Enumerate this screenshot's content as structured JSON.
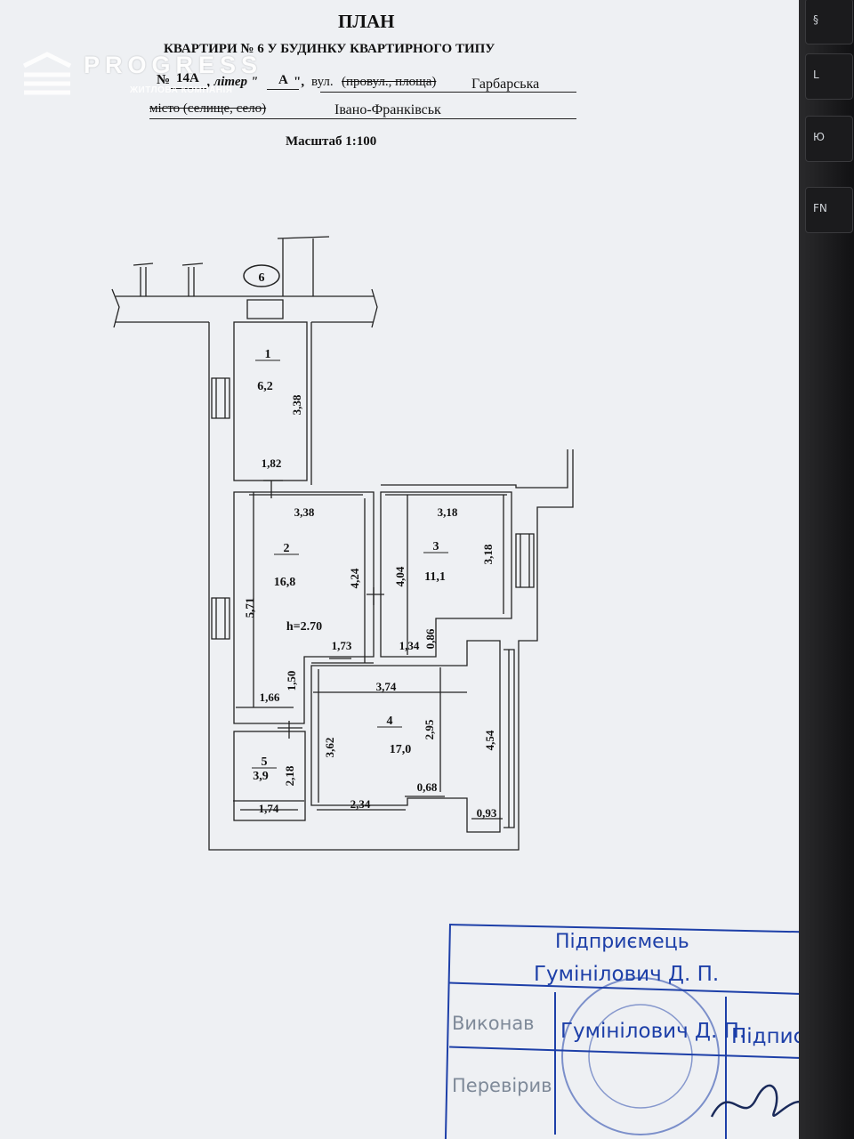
{
  "header": {
    "title": "ПЛАН",
    "line1": "КВАРТИРИ № 6  У  БУДИНКУ  КВАРТИРНОГО ТИПУ",
    "line2_prefix": "№",
    "house_number": "14А",
    "litera_label": ", літер \"",
    "litera": "А",
    "litera_close": "\",",
    "street_label": "вул.",
    "street_struck": "(провул., площа)",
    "street_name": "Гарбарська",
    "city_struck": "місто (селище, село)",
    "city_name": "Івано-Франківськ",
    "scale": "Масштаб 1:100"
  },
  "logo": {
    "name": "PROGRESS",
    "subtitle": "ЖИТЛОВА КОМПАНІЯ"
  },
  "keyboard": {
    "keys": [
      "§",
      "L",
      "Ю",
      "FN"
    ]
  },
  "colors": {
    "paper": "#eef0f3",
    "ink": "#111111",
    "stamp": "#1d3fa8",
    "logo": "#ffffff"
  },
  "plan": {
    "apartment_marker": "6",
    "height_note": "h=2.70",
    "rooms": [
      {
        "number": "1",
        "area": "6,2"
      },
      {
        "number": "2",
        "area": "16,8"
      },
      {
        "number": "3",
        "area": "11,1"
      },
      {
        "number": "4",
        "area": "17,0"
      },
      {
        "number": "5",
        "area": "3,9"
      }
    ],
    "dimensions": {
      "r1_height": "3,38",
      "r1_width": "1,82",
      "r2_width": "3,38",
      "r2_right": "4,24",
      "r2_left": "5,71",
      "r2_step": "1,73",
      "r2_bottom": "1,66",
      "r2_bottom_h": "1,50",
      "r3_width": "3,18",
      "r3_right": "3,18",
      "r3_left": "4,04",
      "r3_bottom": "1,34",
      "r3_step": "0,86",
      "r4_width": "3,74",
      "r4_inner": "2,95",
      "r4_left": "3,62",
      "r4_right": "4,54",
      "r4_bottom": "2,34",
      "r4_niche": "0,68",
      "r4_corner": "0,93",
      "r5_height": "2,18",
      "r5_width": "1,74"
    }
  },
  "stamp": {
    "title": "Підприємець",
    "name": "Гумінілович Д. П.",
    "executed_label": "Виконав",
    "executed_name": "Гумінілович Д. П.",
    "signature_label": "Підпис",
    "checked_label": "Перевірив"
  }
}
